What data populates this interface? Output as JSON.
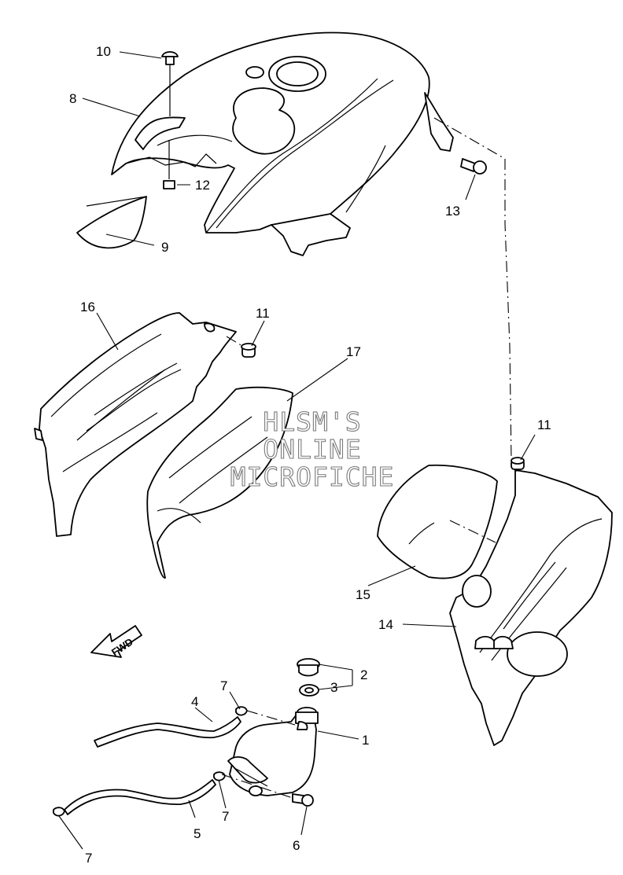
{
  "watermark": {
    "line1": "HLSM'S",
    "line2": "ONLINE",
    "line3": "MICROFICHE"
  },
  "direction_label": "FWD",
  "callouts": {
    "c1": "1",
    "c2": "2",
    "c3": "3",
    "c4": "4",
    "c5": "5",
    "c6": "6",
    "c7a": "7",
    "c7b": "7",
    "c7c": "7",
    "c8": "8",
    "c9": "9",
    "c10": "10",
    "c11a": "11",
    "c11b": "11",
    "c12": "12",
    "c13": "13",
    "c14": "14",
    "c15": "15",
    "c16": "16",
    "c17": "17"
  }
}
